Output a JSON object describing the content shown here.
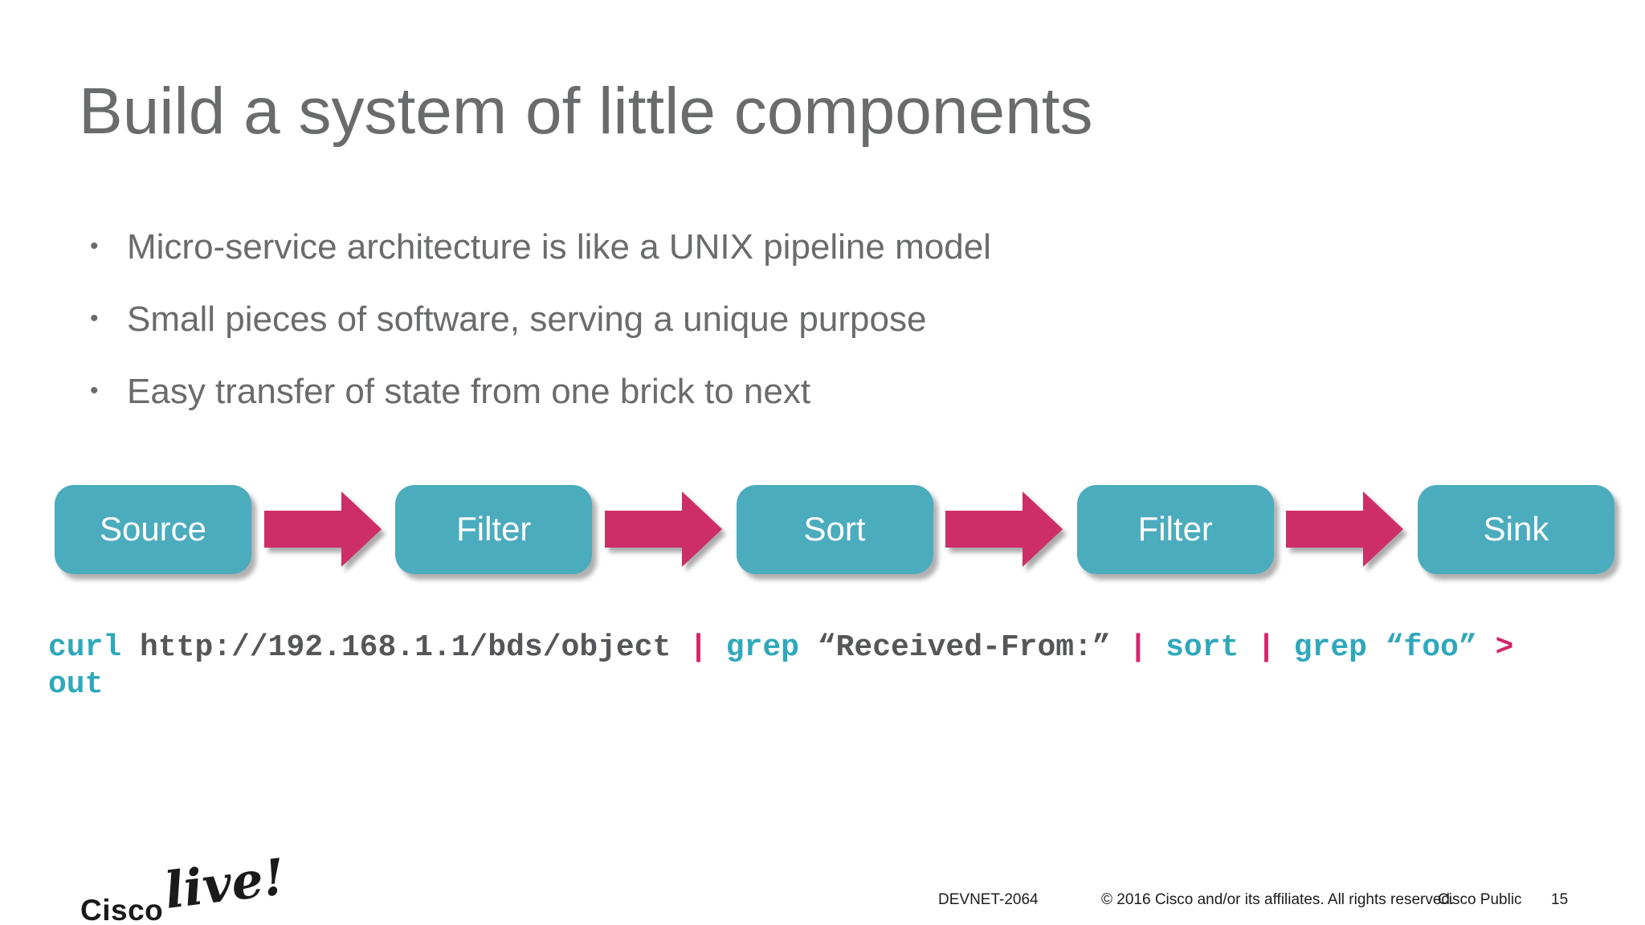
{
  "slide": {
    "title": "Build a system of little components",
    "bullets": [
      "Micro-service architecture is like a UNIX pipeline model",
      "Small pieces of software, serving a unique purpose",
      "Easy transfer of state from one brick to next"
    ],
    "pipeline": {
      "stages": [
        "Source",
        "Filter",
        "Sort",
        "Filter",
        "Sink"
      ],
      "box_color": "#4bacbe",
      "arrow_color": "#ce2e68"
    },
    "code": {
      "colors": {
        "teal": "#2fa8bc",
        "gray": "#55565a",
        "pink": "#d6246c"
      },
      "lines": [
        [
          {
            "t": "curl ",
            "c": "teal"
          },
          {
            "t": "http://192.168.1.1/bds/object ",
            "c": "gray"
          },
          {
            "t": "| ",
            "c": "pink"
          },
          {
            "t": "grep ",
            "c": "teal"
          },
          {
            "t": "“Received-From:” ",
            "c": "gray"
          },
          {
            "t": "| ",
            "c": "pink"
          },
          {
            "t": "sort ",
            "c": "teal"
          },
          {
            "t": "| ",
            "c": "pink"
          },
          {
            "t": "grep ",
            "c": "teal"
          },
          {
            "t": "“foo” ",
            "c": "teal"
          },
          {
            "t": ">",
            "c": "pink"
          }
        ],
        [
          {
            "t": "out",
            "c": "teal"
          }
        ]
      ]
    },
    "footer": {
      "logo_cisco": "Cisco",
      "logo_live": "live!",
      "session_id": "DEVNET-2064",
      "copyright": "© 2016  Cisco and/or its affiliates. All rights reserved.",
      "classification": "Cisco Public",
      "page_number": "15"
    }
  }
}
